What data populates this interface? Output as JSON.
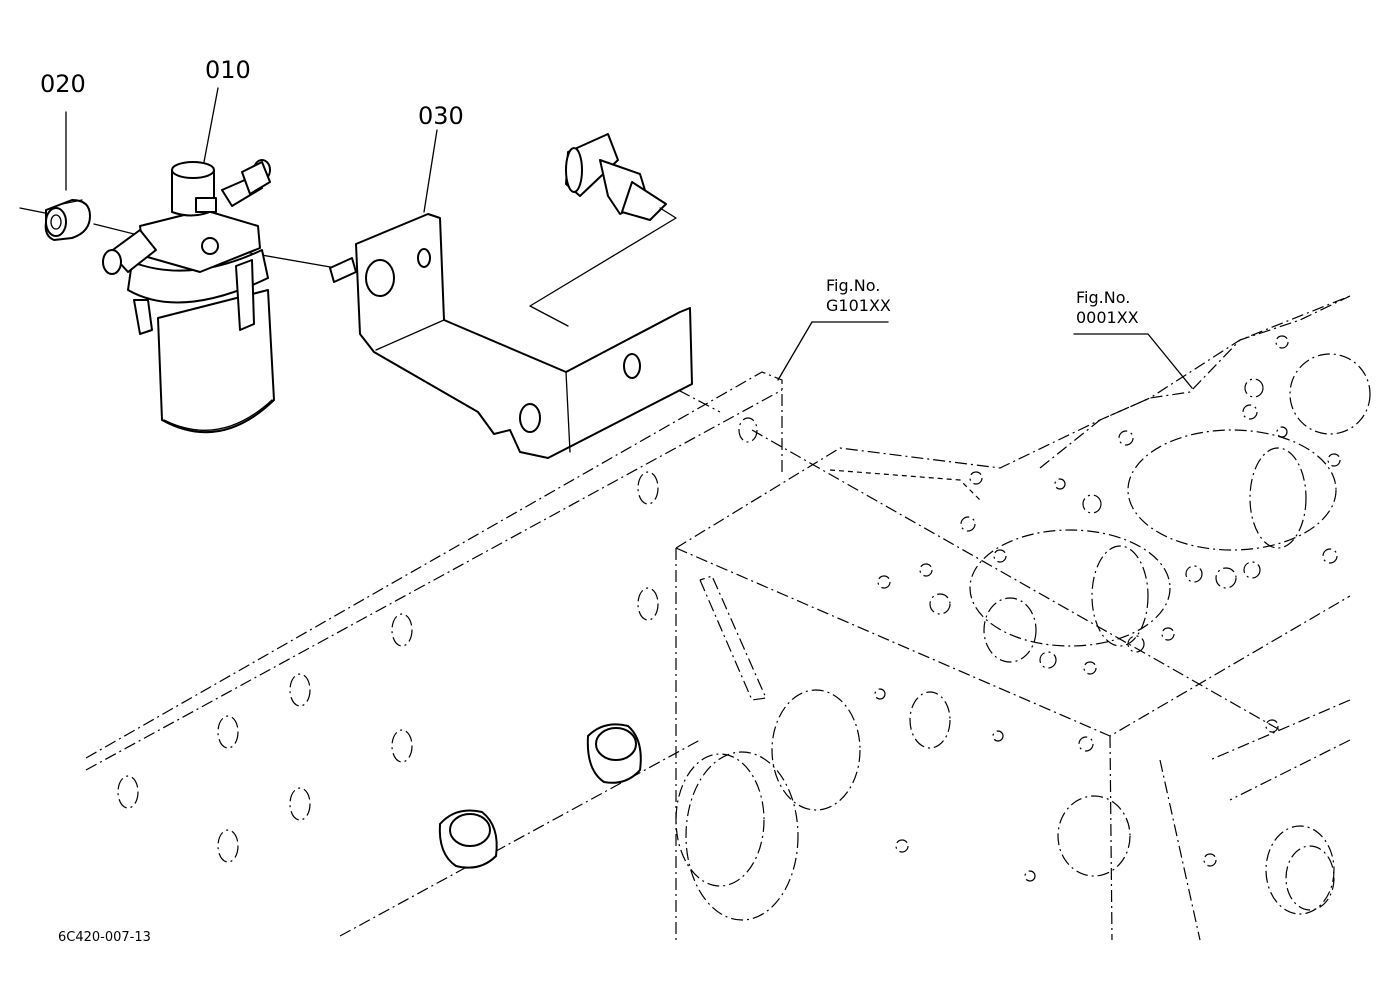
{
  "callouts": {
    "p020": "020",
    "p010": "010",
    "p030": "030"
  },
  "fig_refs": {
    "left": {
      "label": "Fig.No.",
      "code": "G101XX"
    },
    "right": {
      "label": "Fig.No.",
      "code": "0001XX"
    }
  },
  "drawing_code": "6C420-007-13"
}
